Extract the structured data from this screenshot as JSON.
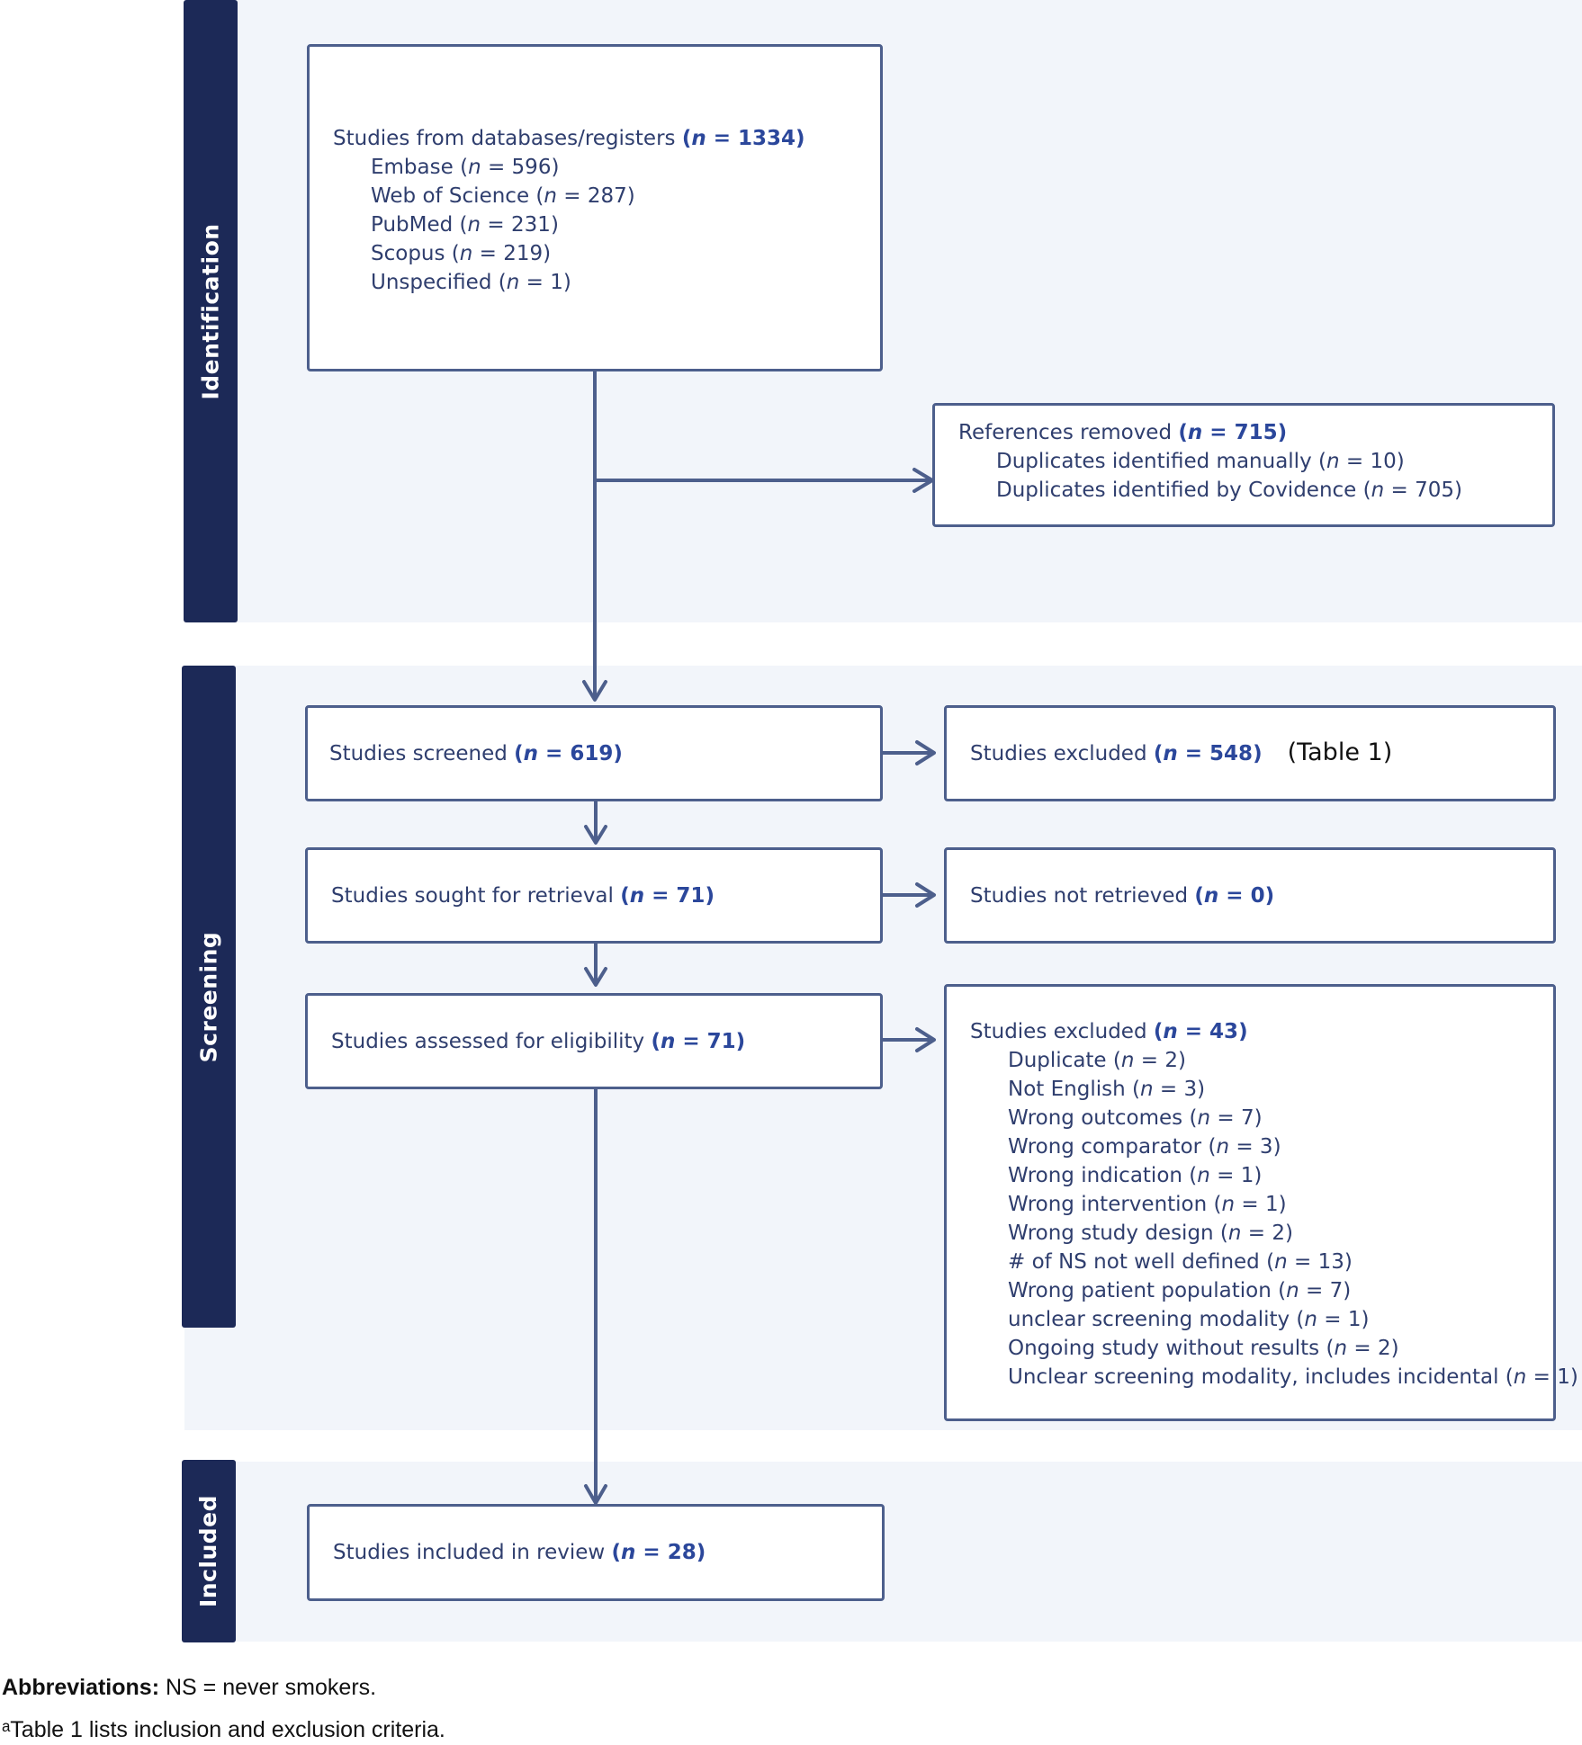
{
  "stages": {
    "identification": "Identification",
    "screening": "Screening",
    "included": "Included"
  },
  "boxes": {
    "databases": {
      "label": "Studies from databases/registers",
      "n": "1334",
      "items": [
        {
          "label": "Embase",
          "n": "596"
        },
        {
          "label": "Web of Science",
          "n": "287"
        },
        {
          "label": "PubMed",
          "n": "231"
        },
        {
          "label": "Scopus",
          "n": "219"
        },
        {
          "label": "Unspecified",
          "n": "1"
        }
      ]
    },
    "removed": {
      "label": "References removed",
      "n": "715",
      "items": [
        {
          "label": "Duplicates identified manually",
          "n": "10"
        },
        {
          "label": "Duplicates identified by Covidence",
          "n": "705"
        }
      ]
    },
    "screened": {
      "label": "Studies screened",
      "n": "619"
    },
    "excluded_screen": {
      "label": "Studies excluded",
      "n": "548",
      "note": "(Table 1)"
    },
    "retrieval": {
      "label": "Studies sought for retrieval",
      "n": "71"
    },
    "not_retrieved": {
      "label": "Studies not retrieved",
      "n": "0"
    },
    "eligibility": {
      "label": "Studies assessed for eligibility",
      "n": "71"
    },
    "excluded_elig": {
      "label": "Studies excluded",
      "n": "43",
      "items": [
        {
          "label": "Duplicate",
          "n": "2"
        },
        {
          "label": "Not English",
          "n": "3"
        },
        {
          "label": "Wrong outcomes",
          "n": "7"
        },
        {
          "label": "Wrong comparator",
          "n": "3"
        },
        {
          "label": "Wrong indication",
          "n": "1"
        },
        {
          "label": "Wrong intervention",
          "n": "1"
        },
        {
          "label": "Wrong study design",
          "n": "2"
        },
        {
          "label": "# of NS not well defined",
          "n": "13"
        },
        {
          "label": "Wrong patient population",
          "n": "7"
        },
        {
          "label": "unclear screening modality",
          "n": "1"
        },
        {
          "label": "Ongoing study without results",
          "n": "2"
        },
        {
          "label": "Unclear screening modality, includes incidental",
          "n": "1"
        }
      ]
    },
    "included": {
      "label": "Studies included in review",
      "n": "28"
    }
  },
  "n_symbol": "n",
  "footnotes": {
    "abbrev_label": "Abbreviations:",
    "abbrev_text": "NS = never smokers.",
    "table_note": "ᵃTable 1 lists inclusion and exclusion criteria."
  }
}
